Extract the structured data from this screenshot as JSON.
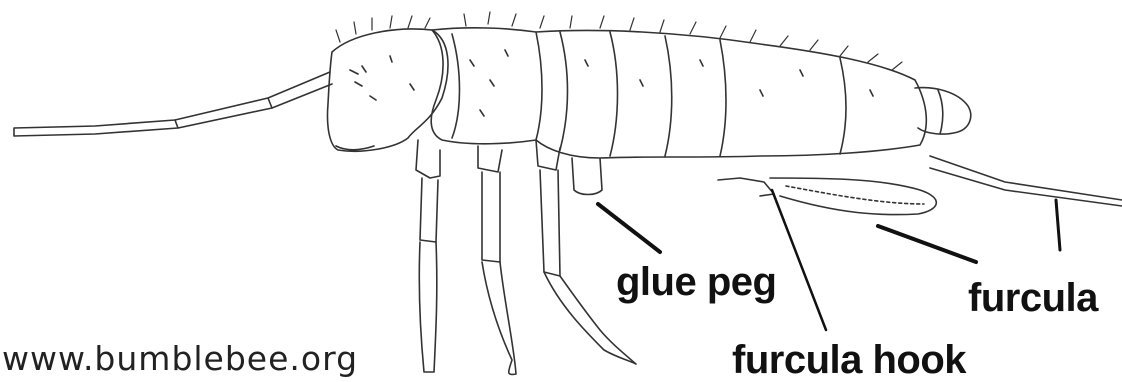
{
  "labels": {
    "glue_peg": "glue peg",
    "furcula": "furcula",
    "furcula_hook": "furcula hook"
  },
  "credit": "www.bumblebee.org",
  "colors": {
    "ink": "#222222",
    "label": "#111111",
    "background": "#ffffff"
  }
}
